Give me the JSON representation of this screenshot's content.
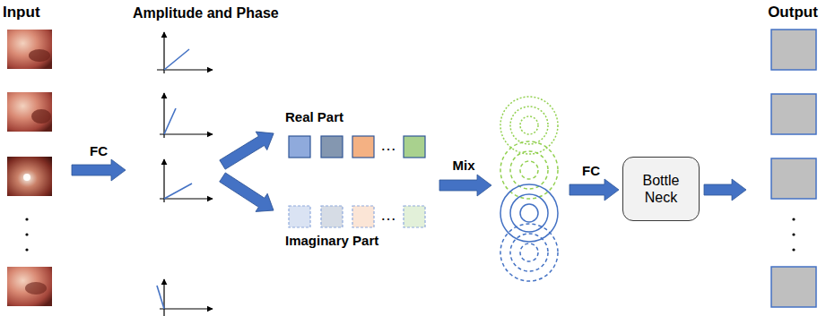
{
  "diagram": {
    "nodes": [
      {
        "text": [
          "Bottle Neck"
        ]
      }
    ],
    "labels": [
      "Input",
      "Amplitude and Phase",
      "Output",
      "FC",
      "Real Part",
      "…",
      "Imaginary Part",
      "…",
      "Mix",
      "FC"
    ]
  }
}
